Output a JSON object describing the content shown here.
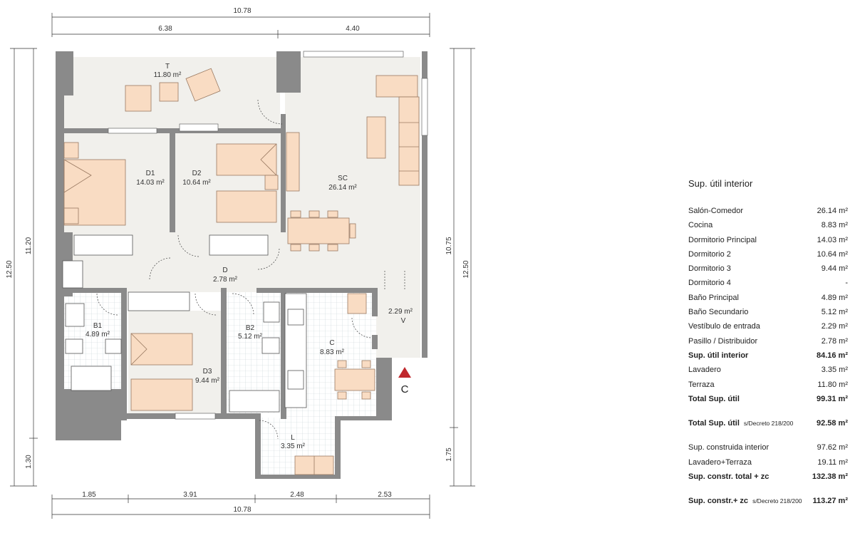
{
  "dimensions": {
    "top_total": "10.78",
    "top_left": "6.38",
    "top_right": "4.40",
    "left_outer": "12.50",
    "left_inner": "11.20",
    "left_bottom": "1.30",
    "right_inner": "10.75",
    "right_outer": "12.50",
    "right_bottom": "1.75",
    "bottom_1": "1.85",
    "bottom_2": "3.91",
    "bottom_3": "2.48",
    "bottom_4": "2.53",
    "bottom_total": "10.78"
  },
  "rooms": {
    "t": {
      "code": "T",
      "area": "11.80 m²"
    },
    "d1": {
      "code": "D1",
      "area": "14.03 m²"
    },
    "d2": {
      "code": "D2",
      "area": "10.64 m²"
    },
    "sc": {
      "code": "SC",
      "area": "26.14 m²"
    },
    "d": {
      "code": "D",
      "area": "2.78 m²"
    },
    "v": {
      "code": "V",
      "area": "2.29 m²"
    },
    "b1": {
      "code": "B1",
      "area": "4.89 m²"
    },
    "b2": {
      "code": "B2",
      "area": "5.12 m²"
    },
    "c": {
      "code": "C",
      "area": "8.83 m²"
    },
    "d3": {
      "code": "D3",
      "area": "9.44 m²"
    },
    "l": {
      "code": "L",
      "area": "3.35 m²"
    }
  },
  "entrance_label": "C",
  "colors": {
    "wall": "#8a8a8a",
    "floor": "#f1f0ec",
    "furniture": "#f9dcc3",
    "entrance_marker": "#c0282d"
  },
  "areas_table": {
    "title": "Sup. útil interior",
    "rows": [
      {
        "label": "Salón-Comedor",
        "value": "26.14 m²"
      },
      {
        "label": "Cocina",
        "value": "8.83 m²"
      },
      {
        "label": "Dormitorio Principal",
        "value": "14.03 m²"
      },
      {
        "label": "Dormitorio 2",
        "value": "10.64 m²"
      },
      {
        "label": "Dormitorio 3",
        "value": "9.44 m²"
      },
      {
        "label": "Dormitorio 4",
        "value": "-"
      },
      {
        "label": "Baño Principal",
        "value": "4.89 m²"
      },
      {
        "label": "Baño Secundario",
        "value": "5.12 m²"
      },
      {
        "label": "Vestíbulo de entrada",
        "value": "2.29 m²"
      },
      {
        "label": "Pasillo / Distribuidor",
        "value": "2.78 m²"
      },
      {
        "label": "Sup. útil interior",
        "value": "84.16 m²"
      },
      {
        "label": "Lavadero",
        "value": "3.35 m²"
      },
      {
        "label": "Terraza",
        "value": "11.80 m²"
      },
      {
        "label": "Total Sup. útil",
        "value": "99.31 m²"
      }
    ],
    "total_decreto": {
      "label": "Total Sup. útil",
      "note": "s/Decreto 218/200",
      "value": "92.58 m²"
    },
    "construida": [
      {
        "label": "Sup. construida interior",
        "value": "97.62 m²"
      },
      {
        "label": "Lavadero+Terraza",
        "value": "19.11 m²"
      },
      {
        "label": "Sup. constr. total + zc",
        "value": "132.38 m²"
      }
    ],
    "constr_decreto": {
      "label": "Sup. constr.+ zc",
      "note": "s/Decreto 218/200",
      "value": "113.27 m²"
    }
  }
}
